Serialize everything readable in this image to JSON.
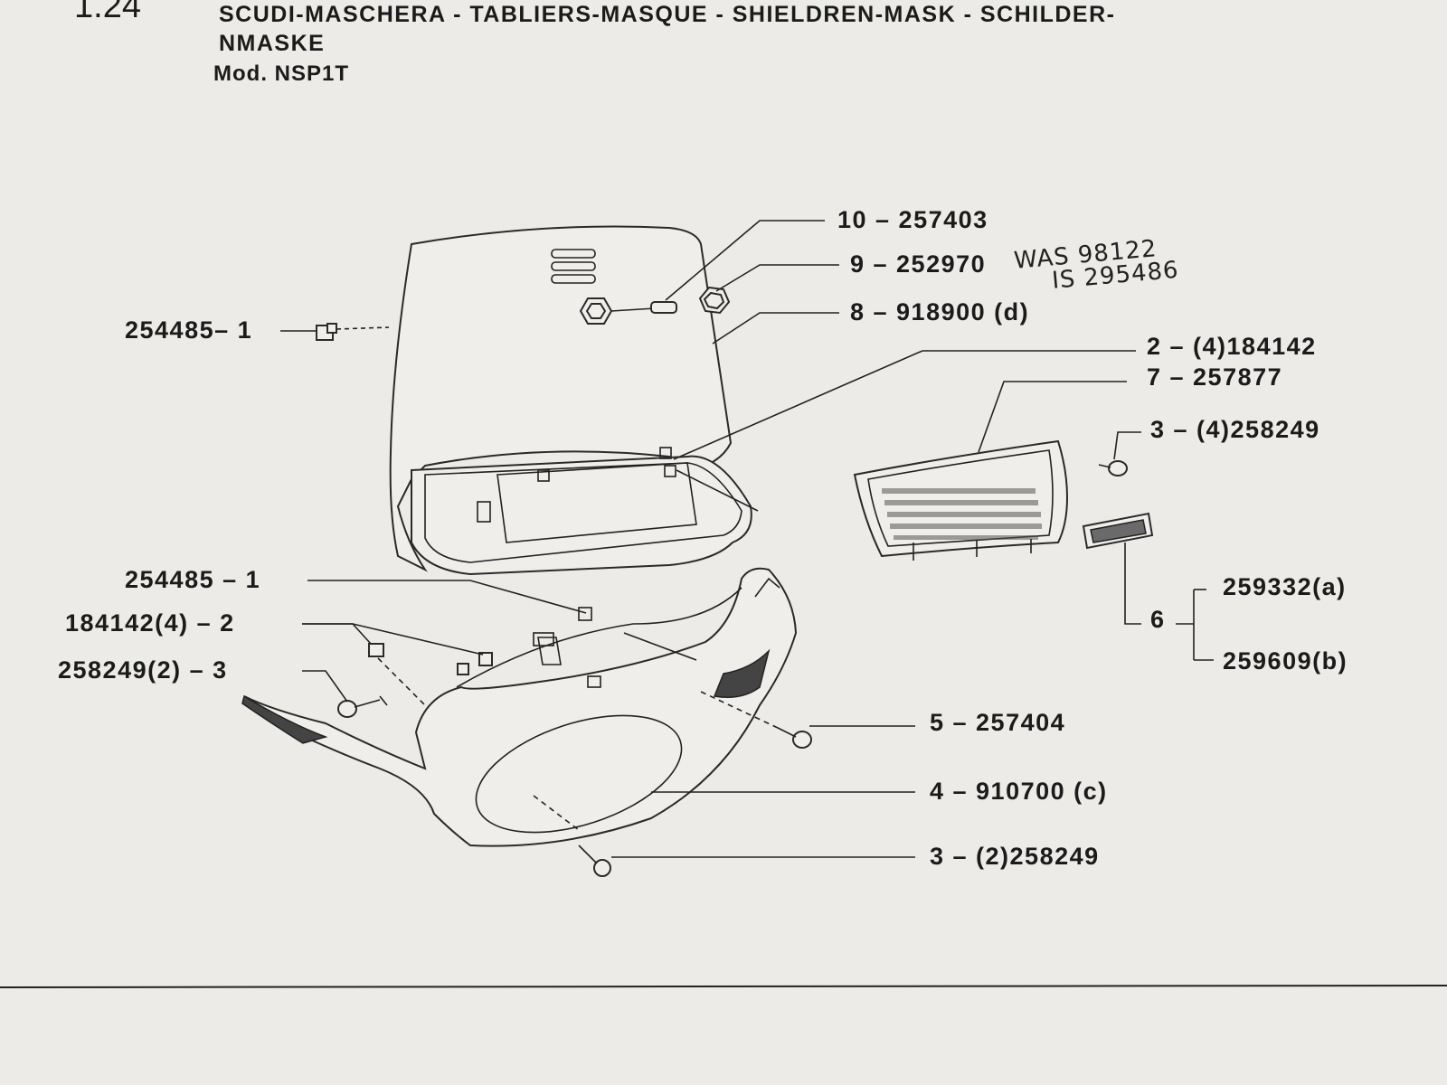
{
  "header": {
    "section_number": "1.24",
    "title_line1": "SCUDI-MASCHERA - TABLIERS-MASQUE - SHIELDREN-MASK - SCHILDER-",
    "title_line2": "NMASKE",
    "model": "Mod. NSP1T"
  },
  "callouts": [
    {
      "id": "c10",
      "text": "10 – 257403"
    },
    {
      "id": "c9",
      "text": "9 – 252970"
    },
    {
      "id": "c8",
      "text": "8 – 918900 (d)"
    },
    {
      "id": "c2r",
      "text": "2 – (4)184142"
    },
    {
      "id": "c7",
      "text": "7 – 257877"
    },
    {
      "id": "c3r",
      "text": "3 – (4)258249"
    },
    {
      "id": "c1top",
      "text": "254485– 1"
    },
    {
      "id": "c1low",
      "text": "254485 – 1"
    },
    {
      "id": "c2low",
      "text": "184142(4) – 2"
    },
    {
      "id": "c3low",
      "text": "258249(2) – 3"
    },
    {
      "id": "c6",
      "text": "6"
    },
    {
      "id": "c6a",
      "text": "259332(a)"
    },
    {
      "id": "c6b",
      "text": "259609(b)"
    },
    {
      "id": "c5",
      "text": "5 – 257404"
    },
    {
      "id": "c4",
      "text": "4 – 910700 (c)"
    },
    {
      "id": "c3b",
      "text": "3 – (2)258249"
    }
  ],
  "handwritten_note": {
    "line1": "WAS 98122",
    "line2": "IS 295486"
  },
  "colors": {
    "paper": "#ecebe7",
    "ink": "#1b1b1b"
  }
}
